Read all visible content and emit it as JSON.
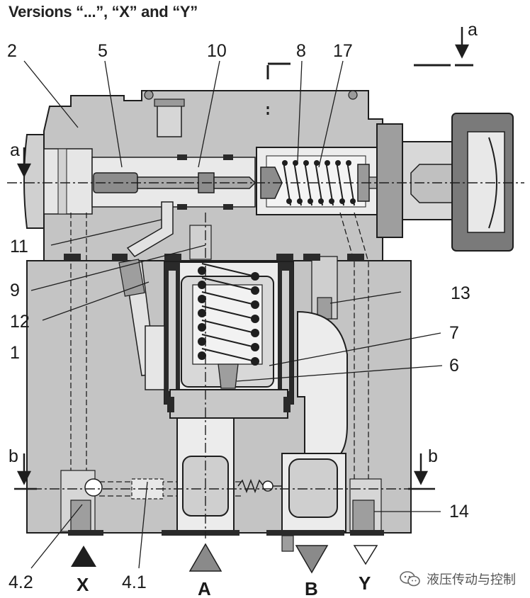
{
  "title": "Versions “...”, “X” and “Y”",
  "colors": {
    "body": "#c4c4c4",
    "body_light": "#d8d8d8",
    "dark": "#3a3a3a",
    "outline": "#1e1e1e",
    "port_fill": "#8a8a8a",
    "seal": "#2a2a2a"
  },
  "callouts": {
    "c2": "2",
    "c5": "5",
    "c10": "10",
    "c8": "8",
    "c17": "17",
    "c11": "11",
    "c9": "9",
    "c12": "12",
    "c1": "1",
    "c13": "13",
    "c7": "7",
    "c6": "6",
    "c14": "14",
    "c42": "4.2",
    "c41": "4.1"
  },
  "ports": {
    "x": "X",
    "a": "A",
    "b": "B",
    "y": "Y"
  },
  "section_marks": {
    "a_left": "a",
    "a_right": "a",
    "b_left": "b",
    "b_right": "b"
  },
  "watermark": {
    "text": "液压传动与控制",
    "icon": "wechat-icon"
  }
}
